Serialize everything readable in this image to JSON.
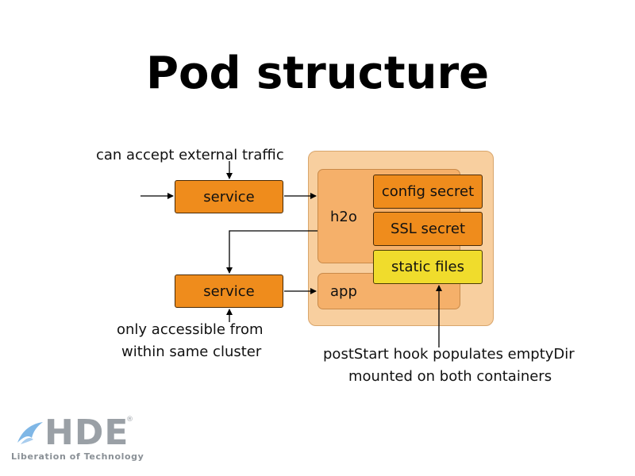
{
  "title": "Pod structure",
  "labels": {
    "external": "can accept external traffic",
    "internal_1": "only accessible from",
    "internal_2": "within same cluster",
    "hook_1": "postStart hook populates emptyDir",
    "hook_2": "mounted on both containers"
  },
  "services": {
    "top": "service",
    "bottom": "service"
  },
  "containers": {
    "h2o": "h2o",
    "app": "app"
  },
  "volumes": {
    "config": "config secret",
    "ssl": "SSL secret",
    "static": "static files"
  },
  "logo": {
    "name": "HDE",
    "registered": "®",
    "tagline": "Liberation of Technology"
  },
  "colors": {
    "service": "#ef8c1c",
    "static_files": "#f0dc2c",
    "pod": "#f8cf9f",
    "container": "#f5b06a"
  }
}
